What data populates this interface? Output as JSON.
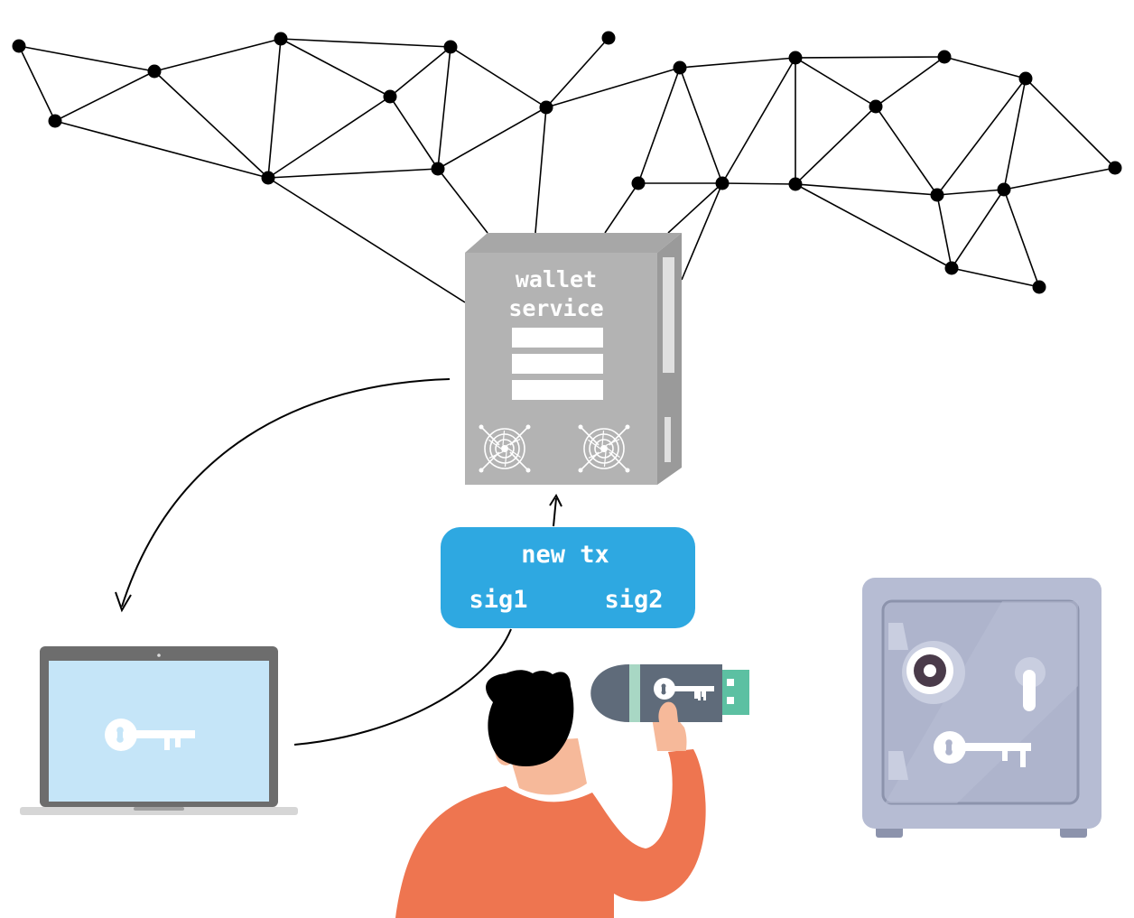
{
  "server": {
    "label_line1": "wallet",
    "label_line2": "service"
  },
  "transaction": {
    "title": "new tx",
    "signature1": "sig1",
    "signature2": "sig2"
  },
  "colors": {
    "network_line": "#000000",
    "server_body": "#b3b3b3",
    "server_side": "#9a9a9a",
    "tx_bubble": "#2ea8e1",
    "laptop_screen": "#c5e5f8",
    "laptop_frame": "#6d6d6d",
    "person_shirt": "#ee7550",
    "person_skin": "#f6b99a",
    "usb_body": "#5f6b7a",
    "usb_plug": "#5cc0a2",
    "safe_body": "#b6bcd3"
  },
  "icons": [
    "network-graph",
    "server-icon",
    "laptop-icon",
    "key-icon",
    "person-icon",
    "usb-key-icon",
    "safe-icon"
  ]
}
